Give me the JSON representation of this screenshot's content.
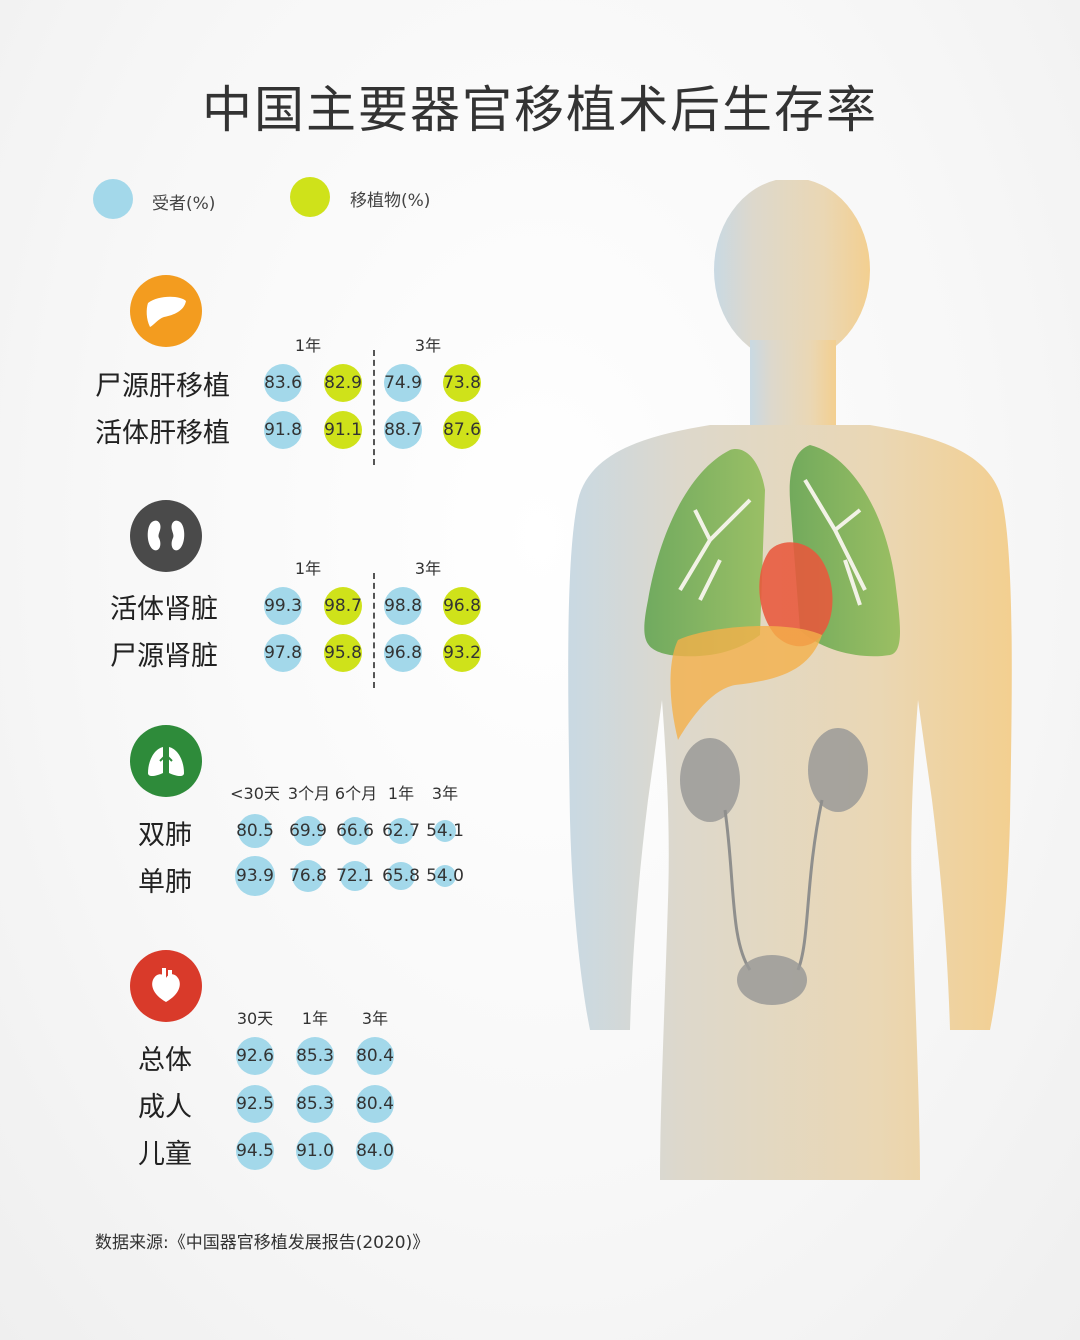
{
  "title": "中国主要器官移植术后生存率",
  "legend": {
    "recipient": {
      "label": "受者(%)",
      "color": "#a3d8ea"
    },
    "graft": {
      "label": "移植物(%)",
      "color": "#cfe21a"
    }
  },
  "liver": {
    "icon": "liver-icon",
    "color": "#f39c1f",
    "periods": [
      "1年",
      "3年"
    ],
    "rows": [
      {
        "label": "尸源肝移植",
        "values": [
          "83.6",
          "82.9",
          "74.9",
          "73.8"
        ]
      },
      {
        "label": "活体肝移植",
        "values": [
          "91.8",
          "91.1",
          "88.7",
          "87.6"
        ]
      }
    ]
  },
  "kidney": {
    "icon": "kidney-icon",
    "color": "#4a4a4a",
    "periods": [
      "1年",
      "3年"
    ],
    "rows": [
      {
        "label": "活体肾脏",
        "values": [
          "99.3",
          "98.7",
          "98.8",
          "96.8"
        ]
      },
      {
        "label": "尸源肾脏",
        "values": [
          "97.8",
          "95.8",
          "96.8",
          "93.2"
        ]
      }
    ]
  },
  "lung": {
    "icon": "lungs-icon",
    "color": "#2e8b3a",
    "periods": [
      "<30天",
      "3个月",
      "6个月",
      "1年",
      "3年"
    ],
    "rows": [
      {
        "label": "双肺",
        "values": [
          "80.5",
          "69.9",
          "66.6",
          "62.7",
          "54.1"
        ]
      },
      {
        "label": "单肺",
        "values": [
          "93.9",
          "76.8",
          "72.1",
          "65.8",
          "54.0"
        ]
      }
    ]
  },
  "heart": {
    "icon": "heart-icon",
    "color": "#d93a2a",
    "periods": [
      "30天",
      "1年",
      "3年"
    ],
    "rows": [
      {
        "label": "总体",
        "values": [
          "92.6",
          "85.3",
          "80.4"
        ]
      },
      {
        "label": "成人",
        "values": [
          "92.5",
          "85.3",
          "80.4"
        ]
      },
      {
        "label": "儿童",
        "values": [
          "94.5",
          "91.0",
          "84.0"
        ]
      }
    ]
  },
  "source": "数据来源:《中国器官移植发展报告(2020)》",
  "chart_data": {
    "type": "table",
    "title": "中国主要器官移植术后生存率",
    "units": "%",
    "sections": [
      {
        "organ": "肝",
        "periods": [
          "1年",
          "3年"
        ],
        "columns": [
          "受者",
          "移植物"
        ],
        "rows": [
          {
            "label": "尸源肝移植",
            "recipient": [
              83.6,
              74.9
            ],
            "graft": [
              82.9,
              73.8
            ]
          },
          {
            "label": "活体肝移植",
            "recipient": [
              91.8,
              88.7
            ],
            "graft": [
              91.1,
              87.6
            ]
          }
        ]
      },
      {
        "organ": "肾",
        "periods": [
          "1年",
          "3年"
        ],
        "columns": [
          "受者",
          "移植物"
        ],
        "rows": [
          {
            "label": "活体肾脏",
            "recipient": [
              99.3,
              98.8
            ],
            "graft": [
              98.7,
              96.8
            ]
          },
          {
            "label": "尸源肾脏",
            "recipient": [
              97.8,
              96.8
            ],
            "graft": [
              95.8,
              93.2
            ]
          }
        ]
      },
      {
        "organ": "肺",
        "periods": [
          "<30天",
          "3个月",
          "6个月",
          "1年",
          "3年"
        ],
        "columns": [
          "受者"
        ],
        "rows": [
          {
            "label": "双肺",
            "recipient": [
              80.5,
              69.9,
              66.6,
              62.7,
              54.1
            ]
          },
          {
            "label": "单肺",
            "recipient": [
              93.9,
              76.8,
              72.1,
              65.8,
              54.0
            ]
          }
        ]
      },
      {
        "organ": "心",
        "periods": [
          "30天",
          "1年",
          "3年"
        ],
        "columns": [
          "受者"
        ],
        "rows": [
          {
            "label": "总体",
            "recipient": [
              92.6,
              85.3,
              80.4
            ]
          },
          {
            "label": "成人",
            "recipient": [
              92.5,
              85.3,
              80.4
            ]
          },
          {
            "label": "儿童",
            "recipient": [
              94.5,
              91.0,
              84.0
            ]
          }
        ]
      }
    ]
  }
}
